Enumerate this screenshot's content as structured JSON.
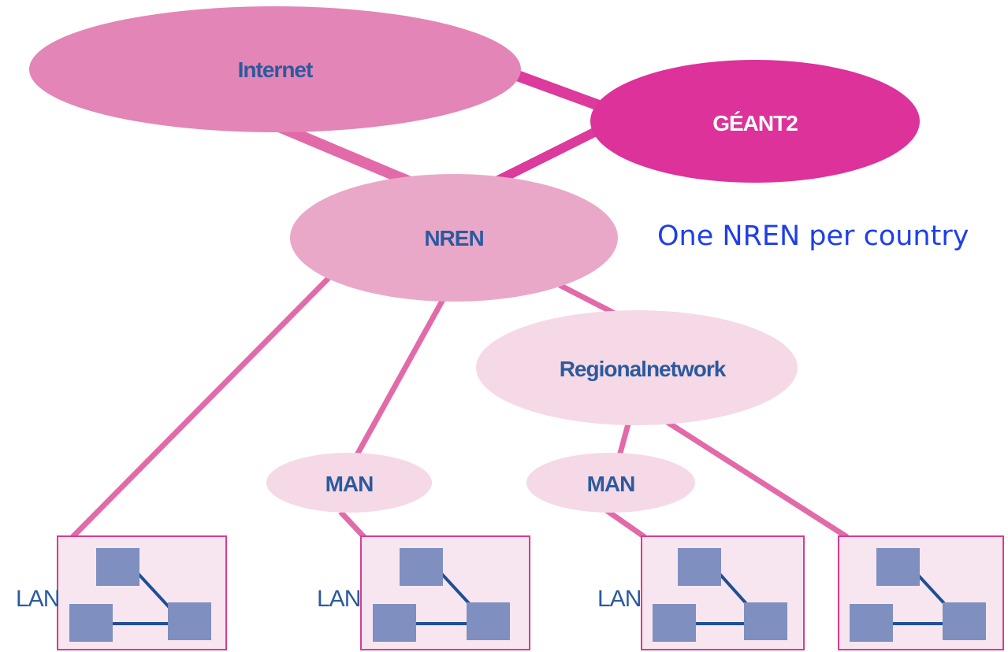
{
  "colors": {
    "internet": "#e385b6",
    "geant": "#dc329a",
    "nren": "#eaa8c9",
    "regional": "#f5d9e6",
    "man": "#f5d9e6",
    "link": "#e36aa9",
    "link_dark": "#dc3a9c",
    "lan_box_fill": "#f7e6f0",
    "lan_box_border": "#d83c8e",
    "lan_node": "#7f8fbf",
    "lan_link": "#1f4f94",
    "label": "#2b5a9e",
    "note": "#1f3fe6"
  },
  "nodes": {
    "internet": "Internet",
    "geant": "GÉANT2",
    "nren": "NREN",
    "regional": "Regionalnetwork",
    "man_left": "MAN",
    "man_right": "MAN"
  },
  "lan_labels": [
    "LAN",
    "LAN",
    "LAN"
  ],
  "note": "One NREN per country"
}
